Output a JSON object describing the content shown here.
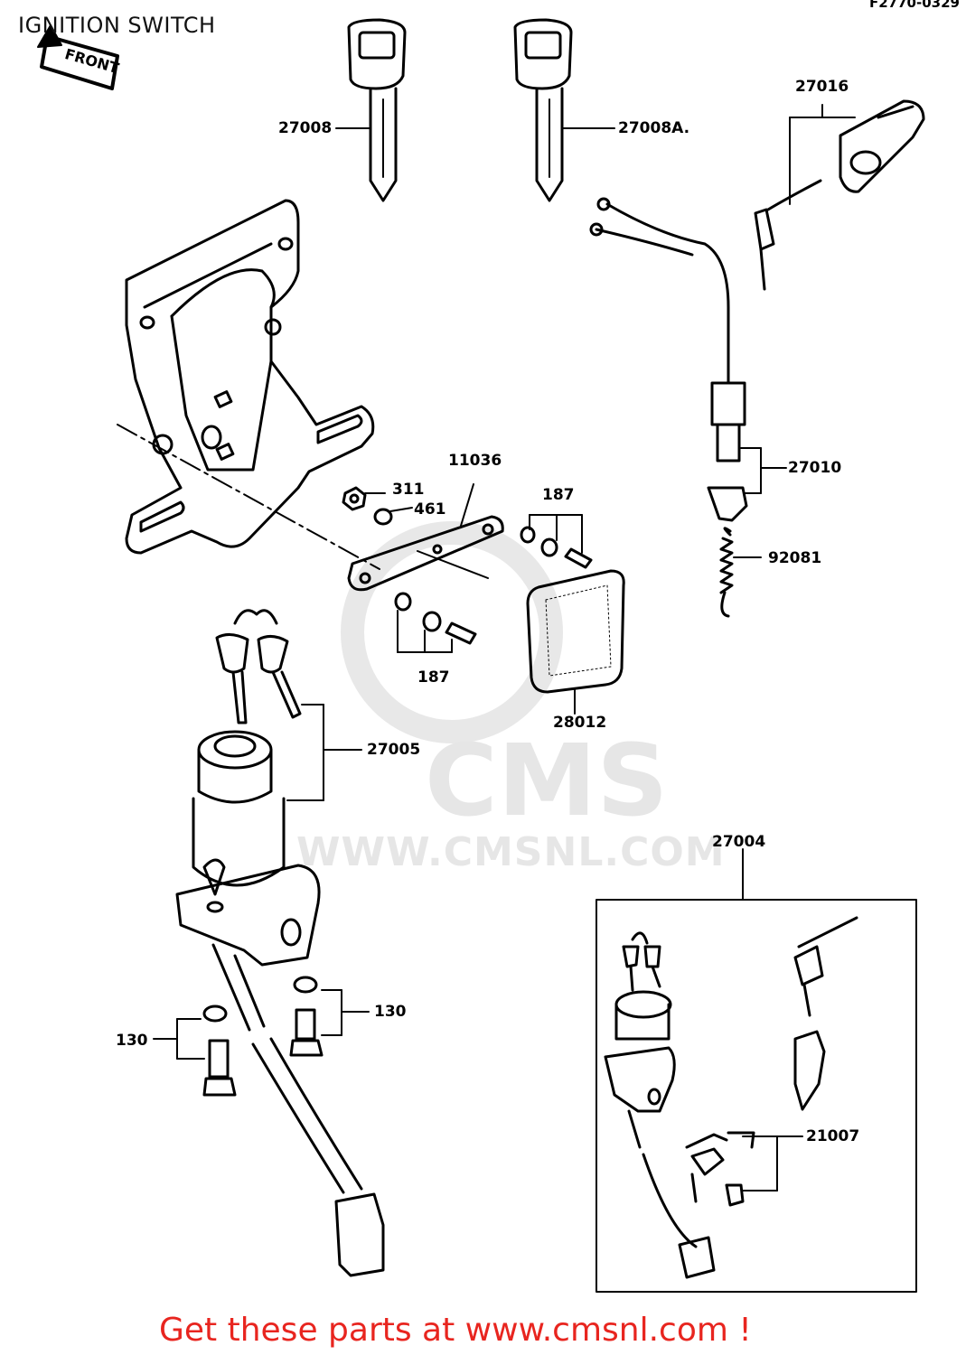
{
  "title": "IGNITION SWITCH",
  "figure_code": "F2770-0329",
  "front_marker": "FRONT",
  "watermark": {
    "logo_text": "CMS",
    "url": "WWW.CMSNL.COM"
  },
  "footer": "Get these parts at www.cmsnl.com !",
  "colors": {
    "footer": "#e8251f",
    "line": "#000000",
    "watermark": "#e6e6e6"
  },
  "part_labels": {
    "p27008": "27008",
    "p27008a": "27008A.",
    "p27016": "27016",
    "p27010": "27010",
    "p92081": "92081",
    "p11036": "11036",
    "p311": "311",
    "p461": "461",
    "p187_top": "187",
    "p187_bottom": "187",
    "p28012": "28012",
    "p27005": "27005",
    "p27004": "27004",
    "p130_right": "130",
    "p130_left": "130",
    "p21007": "21007"
  }
}
